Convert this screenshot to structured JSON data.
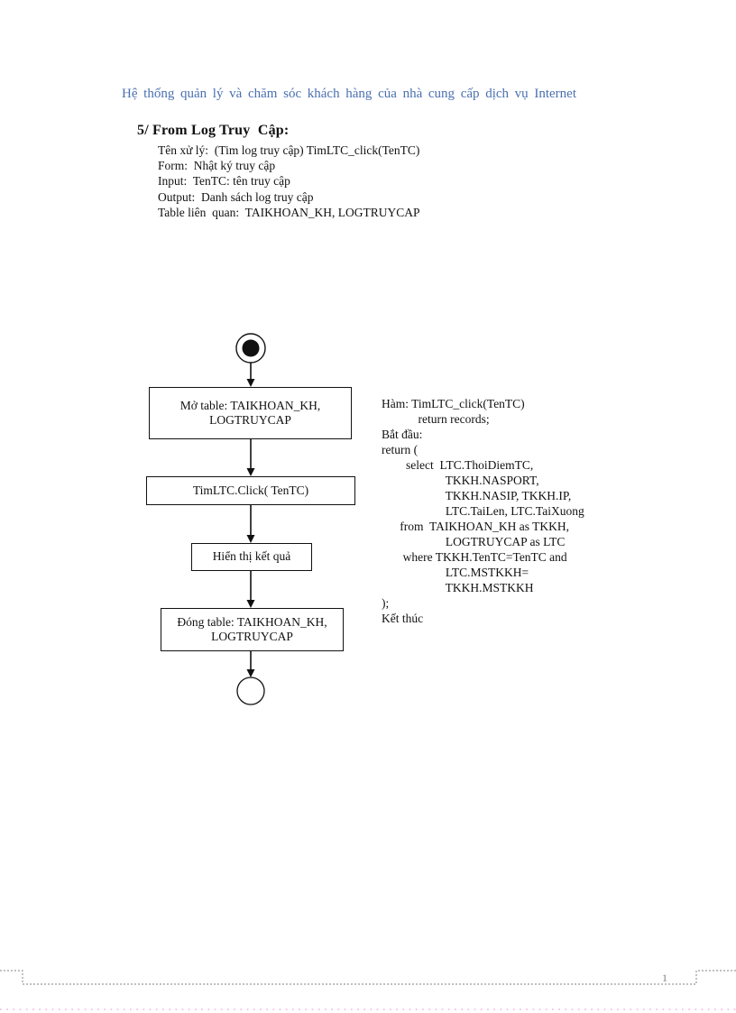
{
  "page": {
    "header_title": "Hệ thống quản lý và chăm sóc khách hàng của nhà cung cấp dịch vụ Internet",
    "page_number": "1"
  },
  "section": {
    "heading": "5/ From Log Truy  Cập:",
    "details": [
      "Tên xử lý:  (Tim log truy cập) TimLTC_click(TenTC)",
      "Form:  Nhật ký truy cập",
      "Input:  TenTC: tên truy cập",
      "Output:  Danh sách log truy cập",
      "Table liên  quan:  TAIKHOAN_KH, LOGTRUYCAP"
    ]
  },
  "flowchart": {
    "start_node": "initial-node-bullseye",
    "steps": [
      {
        "label": "Mở table: TAIKHOAN_KH,\nLOGTRUYCAP"
      },
      {
        "label": "TimLTC.Click( TenTC)"
      },
      {
        "label": "Hiển thị kết quả"
      },
      {
        "label": "Đóng table: TAIKHOAN_KH,\nLOGTRUYCAP"
      }
    ],
    "end_node": "final-node-circle"
  },
  "pseudocode": {
    "lines": [
      "Hàm: TimLTC_click(TenTC)",
      "            return records;",
      "Bắt đầu:",
      "return (",
      "        select  LTC.ThoiDiemTC,",
      "                     TKKH.NASPORT,",
      "                     TKKH.NASIP, TKKH.IP,",
      "                     LTC.TaiLen, LTC.TaiXuong",
      "      from  TAIKHOAN_KH as TKKH,",
      "                     LOGTRUYCAP as LTC",
      "       where TKKH.TenTC=TenTC and",
      "                     LTC.MSTKKH=",
      "                     TKKH.MSTKKH",
      ");",
      "Kết thúc"
    ]
  },
  "colors": {
    "header_blue": "#4a70b0",
    "diagram_black": "#111111",
    "boundary_gray": "#9a9a9a",
    "page_number_gray": "#808080",
    "footer_pink": "#f5b3e6"
  }
}
